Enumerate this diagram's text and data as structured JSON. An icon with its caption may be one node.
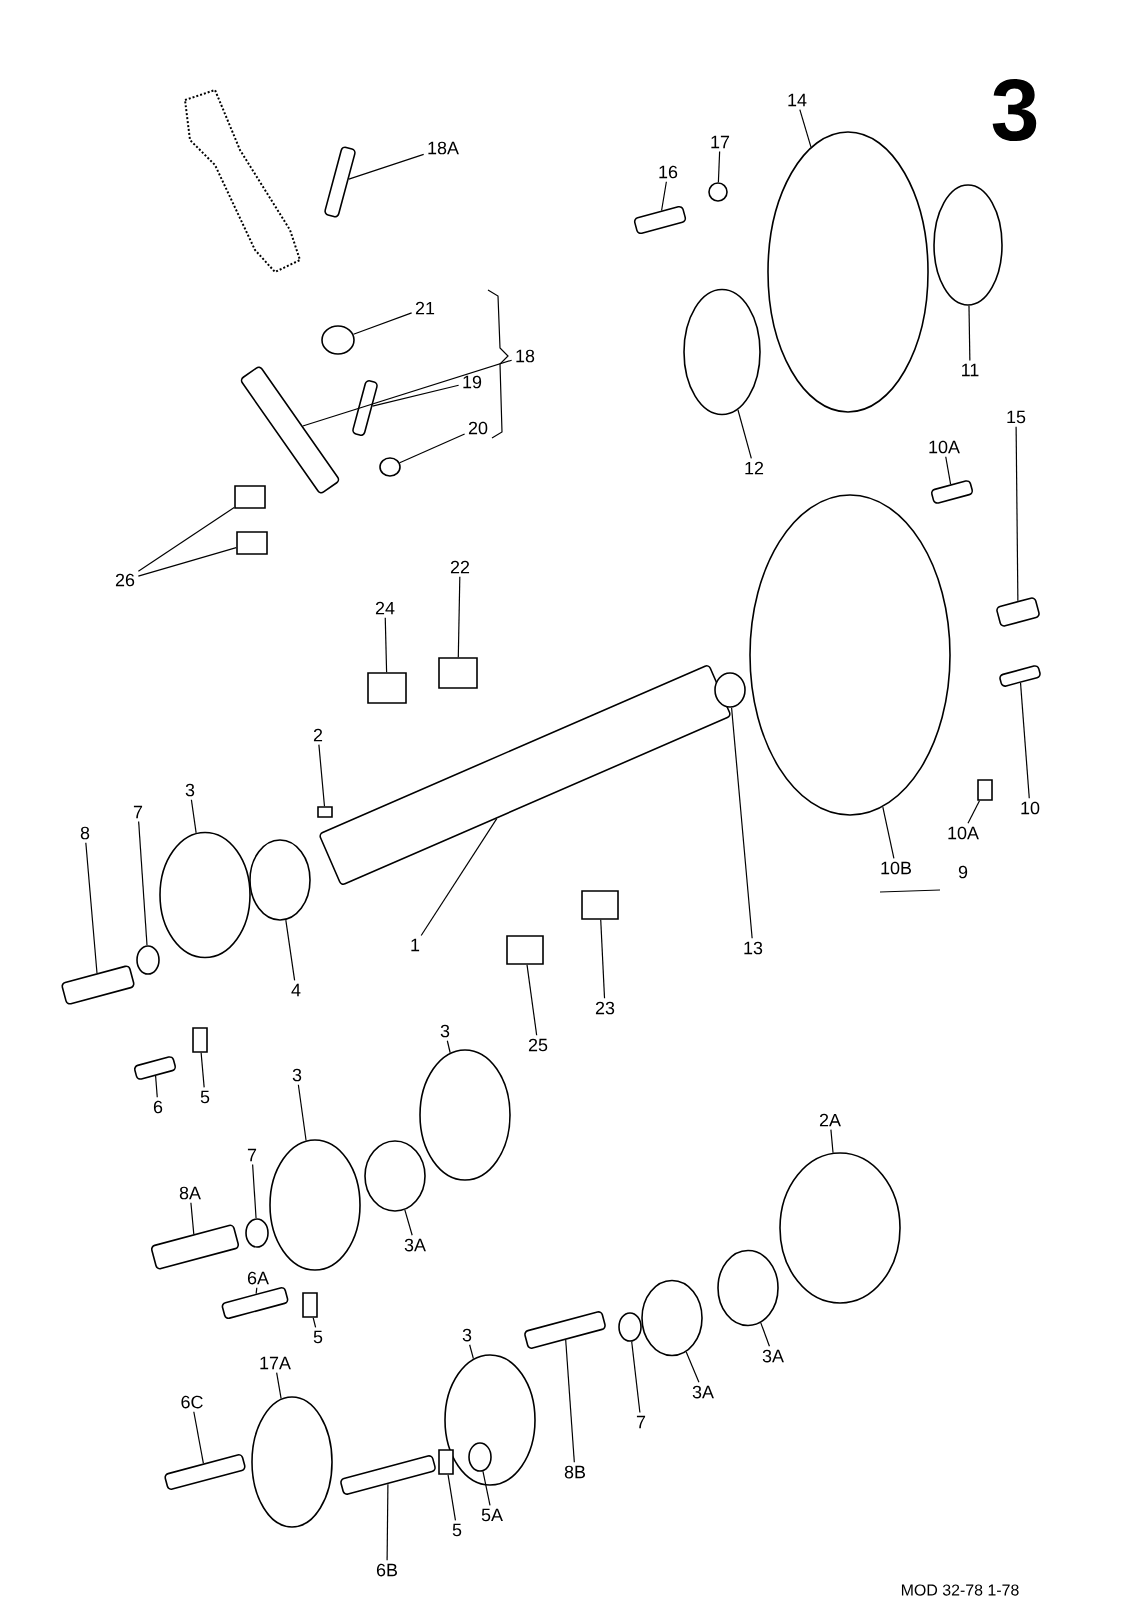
{
  "diagram": {
    "nodes": [
      {
        "text": [
          "18A"
        ]
      },
      {
        "text": [],
        "shape": "bar"
      },
      {
        "text": [
          "21"
        ]
      },
      {
        "text": [],
        "shape": "circle"
      },
      {
        "text": [
          "18"
        ]
      },
      {
        "text": [],
        "shape": "bar"
      },
      {
        "text": [
          "19"
        ]
      },
      {
        "text": [],
        "shape": "bar"
      },
      {
        "text": [
          "20"
        ]
      },
      {
        "text": [],
        "shape": "circle"
      },
      {
        "text": [
          "26"
        ]
      },
      {
        "text": [],
        "shape": "box"
      },
      {
        "text": [],
        "shape": "box"
      },
      {
        "text": [
          "24"
        ]
      },
      {
        "text": [],
        "shape": "box"
      },
      {
        "text": [
          "22"
        ]
      },
      {
        "text": [],
        "shape": "box"
      },
      {
        "text": [
          "2"
        ]
      },
      {
        "text": [],
        "shape": "box"
      },
      {
        "text": [
          "3"
        ]
      },
      {
        "text": [],
        "shape": "circle"
      },
      {
        "text": [
          "7"
        ]
      },
      {
        "text": [],
        "shape": "circle"
      },
      {
        "text": [
          "8"
        ]
      },
      {
        "text": [],
        "shape": "bar"
      },
      {
        "text": [
          "4"
        ]
      },
      {
        "text": [],
        "shape": "circle"
      },
      {
        "text": [
          "1"
        ]
      },
      {
        "text": [],
        "shape": "bar"
      },
      {
        "text": [
          "6"
        ]
      },
      {
        "text": [],
        "shape": "bar"
      },
      {
        "text": [
          "5"
        ]
      },
      {
        "text": [],
        "shape": "box"
      },
      {
        "text": [
          "25"
        ]
      },
      {
        "text": [],
        "shape": "box"
      },
      {
        "text": [
          "23"
        ]
      },
      {
        "text": [],
        "shape": "box"
      },
      {
        "text": [
          "13"
        ]
      },
      {
        "text": [],
        "shape": "circle"
      },
      {
        "text": [
          "16"
        ]
      },
      {
        "text": [],
        "shape": "bar"
      },
      {
        "text": [
          "17"
        ]
      },
      {
        "text": [],
        "shape": "circle"
      },
      {
        "text": [
          "14"
        ]
      },
      {
        "text": [],
        "shape": "circle"
      },
      {
        "text": [
          "11"
        ]
      },
      {
        "text": [],
        "shape": "circle"
      },
      {
        "text": [
          "12"
        ]
      },
      {
        "text": [],
        "shape": "circle"
      },
      {
        "text": [
          "10A"
        ]
      },
      {
        "text": [],
        "shape": "bar"
      },
      {
        "text": [
          "15"
        ]
      },
      {
        "text": [],
        "shape": "bar"
      },
      {
        "text": [
          "10B"
        ]
      },
      {
        "text": [],
        "shape": "circle"
      },
      {
        "text": [
          "10A"
        ]
      },
      {
        "text": [],
        "shape": "box"
      },
      {
        "text": [
          "10"
        ]
      },
      {
        "text": [],
        "shape": "bar"
      },
      {
        "text": [
          "3"
        ]
      },
      {
        "text": [],
        "shape": "circle"
      },
      {
        "text": [
          "3"
        ]
      },
      {
        "text": [],
        "shape": "circle"
      },
      {
        "text": [
          "7"
        ]
      },
      {
        "text": [],
        "shape": "circle"
      },
      {
        "text": [
          "8A"
        ]
      },
      {
        "text": [],
        "shape": "bar"
      },
      {
        "text": [
          "3A"
        ]
      },
      {
        "text": [],
        "shape": "circle"
      },
      {
        "text": [
          "6A"
        ]
      },
      {
        "text": [],
        "shape": "bar"
      },
      {
        "text": [
          "5"
        ]
      },
      {
        "text": [],
        "shape": "box"
      },
      {
        "text": [
          "2A"
        ]
      },
      {
        "text": [],
        "shape": "circle"
      },
      {
        "text": [
          "3"
        ]
      },
      {
        "text": [],
        "shape": "circle"
      },
      {
        "text": [
          "17A"
        ]
      },
      {
        "text": [],
        "shape": "circle"
      },
      {
        "text": [
          "6C"
        ]
      },
      {
        "text": [],
        "shape": "bar"
      },
      {
        "text": [
          "8B"
        ]
      },
      {
        "text": [],
        "shape": "bar"
      },
      {
        "text": [
          "7"
        ]
      },
      {
        "text": [],
        "shape": "circle"
      },
      {
        "text": [
          "3A"
        ]
      },
      {
        "text": [],
        "shape": "circle"
      },
      {
        "text": [
          "3A"
        ]
      },
      {
        "text": [],
        "shape": "circle"
      },
      {
        "text": [
          "6B"
        ]
      },
      {
        "text": [],
        "shape": "bar"
      },
      {
        "text": [
          "5"
        ]
      },
      {
        "text": [],
        "shape": "box"
      },
      {
        "text": [
          "5A"
        ]
      },
      {
        "text": [],
        "shape": "circle",
        "in": 76
      }
    ],
    "edges": [
      {
        "from": 0,
        "to": 1,
        "arrow": "none"
      },
      {
        "from": 2,
        "to": 3,
        "arrow": "none"
      },
      {
        "from": 4,
        "to": 5,
        "arrow": "none"
      },
      {
        "from": 6,
        "to": 7,
        "arrow": "none"
      },
      {
        "from": 8,
        "to": 9,
        "arrow": "none"
      },
      {
        "from": 10,
        "to": 11,
        "arrow": "none"
      },
      {
        "from": 10,
        "to": 12,
        "arrow": "none"
      },
      {
        "from": 13,
        "to": 14,
        "arrow": "none"
      },
      {
        "from": 15,
        "to": 16,
        "arrow": "none"
      },
      {
        "from": 17,
        "to": 18,
        "arrow": "none"
      },
      {
        "from": 19,
        "to": 20,
        "arrow": "none"
      },
      {
        "from": 21,
        "to": 22,
        "arrow": "none"
      },
      {
        "from": 23,
        "to": 24,
        "arrow": "none"
      },
      {
        "from": 25,
        "to": 26,
        "arrow": "none"
      },
      {
        "from": 27,
        "to": 28,
        "arrow": "none"
      },
      {
        "from": 29,
        "to": 30,
        "arrow": "none"
      },
      {
        "from": 31,
        "to": 32,
        "arrow": "none"
      },
      {
        "from": 33,
        "to": 34,
        "arrow": "none"
      },
      {
        "from": 35,
        "to": 36,
        "arrow": "none"
      },
      {
        "from": 37,
        "to": 38,
        "arrow": "none"
      },
      {
        "from": 39,
        "to": 40,
        "arrow": "none"
      },
      {
        "from": 41,
        "to": 42,
        "arrow": "none"
      },
      {
        "from": 43,
        "to": 44,
        "arrow": "none"
      },
      {
        "from": 45,
        "to": 46,
        "arrow": "none"
      },
      {
        "from": 47,
        "to": 48,
        "arrow": "none"
      },
      {
        "from": 49,
        "to": 50,
        "arrow": "none"
      },
      {
        "from": 51,
        "to": 52,
        "arrow": "none"
      },
      {
        "from": 53,
        "to": 54,
        "arrow": "none"
      },
      {
        "from": 55,
        "to": 56,
        "arrow": "none"
      },
      {
        "from": 57,
        "to": 58,
        "arrow": "none"
      },
      {
        "from": 59,
        "to": 60,
        "arrow": "none"
      },
      {
        "from": 61,
        "to": 62,
        "arrow": "none"
      },
      {
        "from": 63,
        "to": 64,
        "arrow": "none"
      },
      {
        "from": 65,
        "to": 66,
        "arrow": "none"
      },
      {
        "from": 67,
        "to": 68,
        "arrow": "none"
      },
      {
        "from": 69,
        "to": 70,
        "arrow": "none"
      },
      {
        "from": 71,
        "to": 72,
        "arrow": "none"
      },
      {
        "from": 73,
        "to": 74,
        "arrow": "none"
      },
      {
        "from": 75,
        "to": 76,
        "arrow": "none"
      },
      {
        "from": 77,
        "to": 78,
        "arrow": "none"
      },
      {
        "from": 79,
        "to": 80,
        "arrow": "none"
      },
      {
        "from": 81,
        "to": 82,
        "arrow": "none"
      },
      {
        "from": 83,
        "to": 84,
        "arrow": "none"
      },
      {
        "from": 85,
        "to": 86,
        "arrow": "none"
      },
      {
        "from": 87,
        "to": 88,
        "arrow": "none"
      },
      {
        "from": 89,
        "to": 90,
        "arrow": "none"
      },
      {
        "from": 91,
        "to": 92,
        "arrow": "none"
      },
      {
        "from": 93,
        "to": 94,
        "arrow": "none"
      }
    ],
    "labels": [
      "3",
      "9",
      "MOD 32-78  1-78"
    ]
  }
}
